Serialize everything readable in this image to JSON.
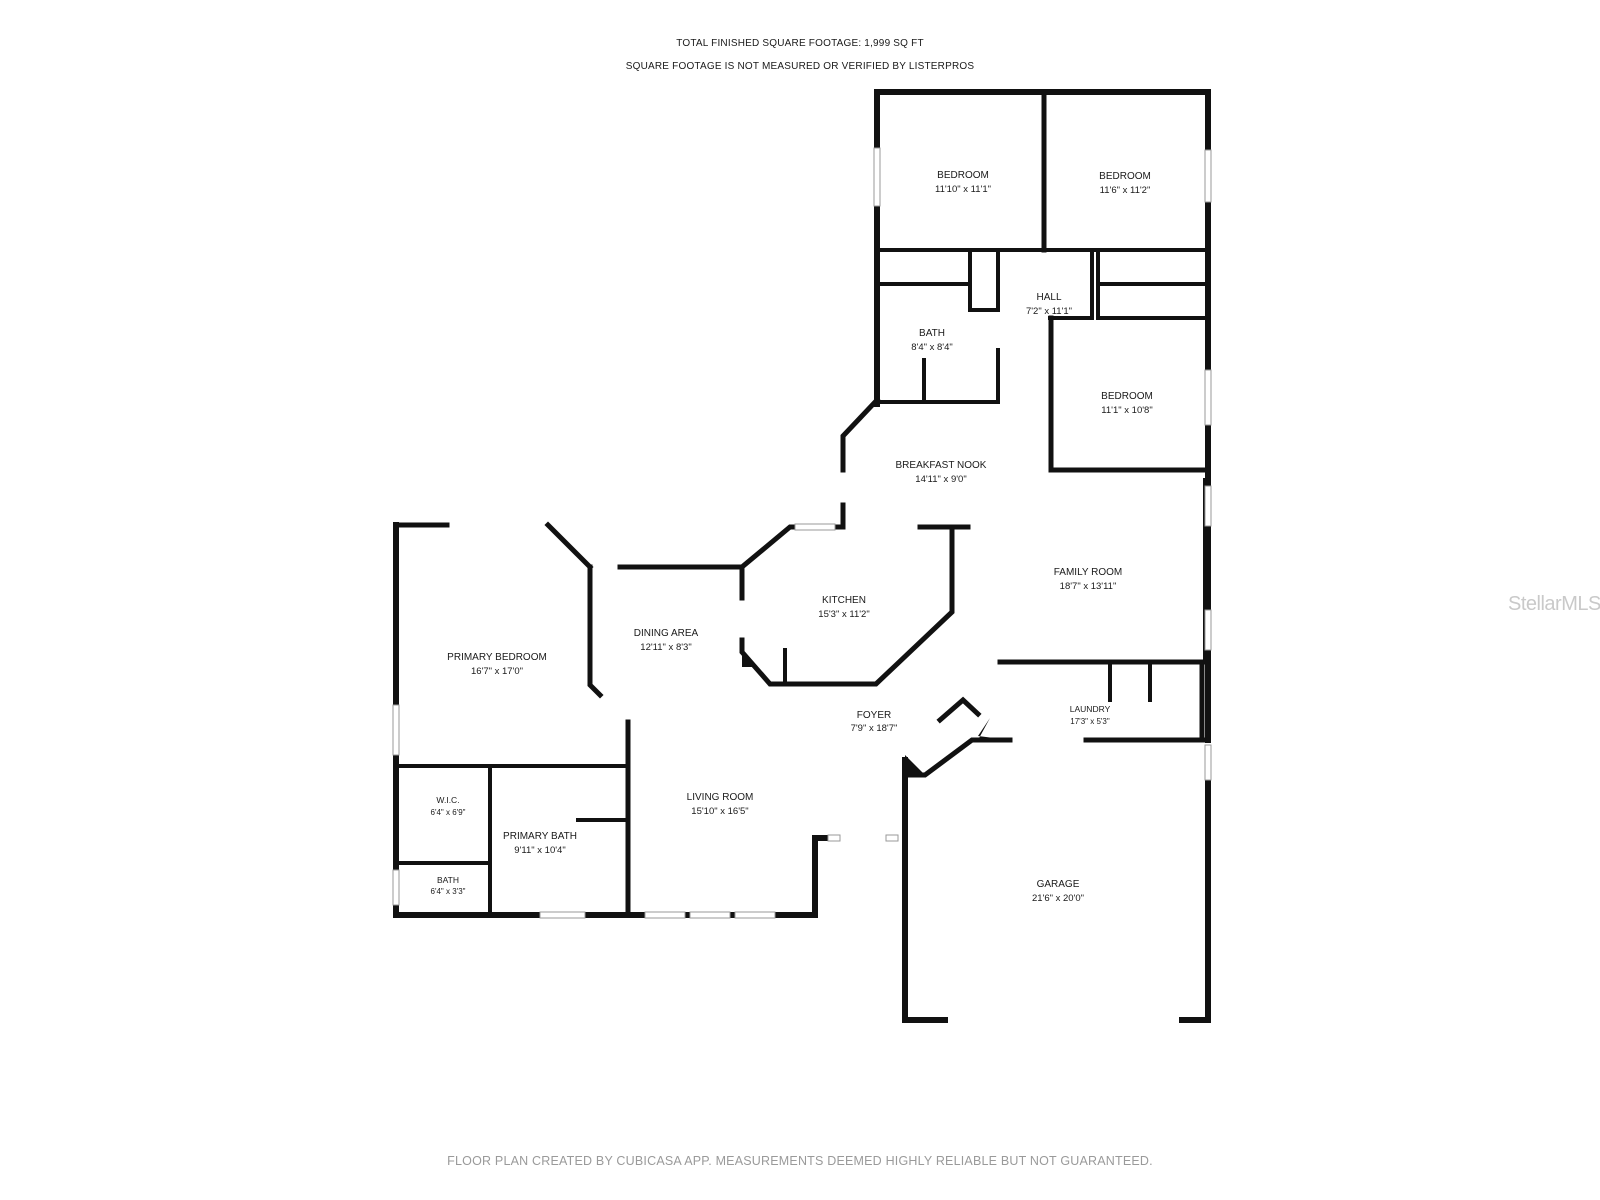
{
  "header": {
    "line1": "TOTAL FINISHED SQUARE FOOTAGE: 1,999 SQ FT",
    "line2": "SQUARE FOOTAGE IS NOT MEASURED OR VERIFIED BY LISTERPROS"
  },
  "rooms": {
    "bedroom_1": {
      "name": "BEDROOM",
      "dims": "11'10\" x 11'1\""
    },
    "bedroom_2": {
      "name": "BEDROOM",
      "dims": "11'6\" x 11'2\""
    },
    "hall": {
      "name": "HALL",
      "dims": "7'2\" x 11'1\""
    },
    "bath_upper": {
      "name": "BATH",
      "dims": "8'4\" x 8'4\""
    },
    "bedroom_3": {
      "name": "BEDROOM",
      "dims": "11'1\" x 10'8\""
    },
    "breakfast_nook": {
      "name": "BREAKFAST NOOK",
      "dims": "14'11\" x 9'0\""
    },
    "family_room": {
      "name": "FAMILY ROOM",
      "dims": "18'7\" x 13'11\""
    },
    "kitchen": {
      "name": "KITCHEN",
      "dims": "15'3\" x 11'2\""
    },
    "dining_area": {
      "name": "DINING AREA",
      "dims": "12'11\" x 8'3\""
    },
    "primary_bedroom": {
      "name": "PRIMARY BEDROOM",
      "dims": "16'7\" x 17'0\""
    },
    "foyer": {
      "name": "FOYER",
      "dims": "7'9\" x 18'7\""
    },
    "laundry": {
      "name": "LAUNDRY",
      "dims": "17'3\" x 5'3\""
    },
    "living_room": {
      "name": "LIVING ROOM",
      "dims": "15'10\" x 16'5\""
    },
    "wic": {
      "name": "W.I.C.",
      "dims": "6'4\" x 6'9\""
    },
    "primary_bath": {
      "name": "PRIMARY BATH",
      "dims": "9'11\" x 10'4\""
    },
    "bath_small": {
      "name": "BATH",
      "dims": "6'4\" x 3'3\""
    },
    "garage": {
      "name": "GARAGE",
      "dims": "21'6\" x 20'0\""
    }
  },
  "watermark": "StellarMLS",
  "footer": "FLOOR PLAN CREATED BY CUBICASA APP. MEASUREMENTS DEEMED HIGHLY RELIABLE BUT NOT GUARANTEED."
}
